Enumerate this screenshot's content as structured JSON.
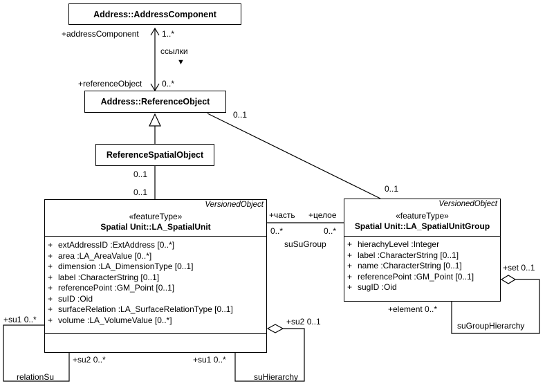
{
  "classes": {
    "address_component": {
      "name": "Address::AddressComponent"
    },
    "reference_object": {
      "name": "Address::ReferenceObject"
    },
    "reference_spatial_object": {
      "name": "ReferenceSpatialObject"
    },
    "spatial_unit": {
      "corner_stereotype": "VersionedObject",
      "stereotype": "«featureType»",
      "name": "Spatial Unit::LA_SpatialUnit",
      "attributes": [
        {
          "vis": "+",
          "text": "extAddressID  :ExtAddress [0..*]"
        },
        {
          "vis": "+",
          "text": "area  :LA_AreaValue [0..*]"
        },
        {
          "vis": "+",
          "text": "dimension  :LA_DimensionType [0..1]"
        },
        {
          "vis": "+",
          "text": "label  :CharacterString [0..1]"
        },
        {
          "vis": "+",
          "text": "referencePoint  :GM_Point [0..1]"
        },
        {
          "vis": "+",
          "text": "suID  :Oid"
        },
        {
          "vis": "+",
          "text": "surfaceRelation  :LA_SurfaceRelationType [0..1]"
        },
        {
          "vis": "+",
          "text": "volume  :LA_VolumeValue [0..*]"
        }
      ]
    },
    "spatial_unit_group": {
      "corner_stereotype": "VersionedObject",
      "stereotype": "«featureType»",
      "name": "Spatial Unit::LA_SpatialUnitGroup",
      "attributes": [
        {
          "vis": "+",
          "text": "hierachyLevel  :Integer"
        },
        {
          "vis": "+",
          "text": "label  :CharacterString [0..1]"
        },
        {
          "vis": "+",
          "text": "name  :CharacterString [0..1]"
        },
        {
          "vis": "+",
          "text": "referencePoint  :GM_Point [0..1]"
        },
        {
          "vis": "+",
          "text": "sugID  :Oid"
        }
      ]
    }
  },
  "labels": {
    "address_component_role": "+addressComponent",
    "address_component_mult": "1..*",
    "association_name": "ссылки",
    "reference_object_role": "+referenceObject",
    "reference_object_mult": "0..*",
    "ro_group_mult_top": "0..1",
    "rso_mult": "0..1",
    "su_mult_top": "0..1",
    "group_mult_top": "0..1",
    "part_role": "+часть",
    "whole_role": "+целое",
    "part_mult": "0..*",
    "whole_mult": "0..*",
    "su_su_group": "suSuGroup",
    "set_role": "+set 0..1",
    "element_role": "+element 0..*",
    "su_group_hierarchy": "suGroupHierarchy",
    "su1_left": "+su1 0..*",
    "su2_bottom": "+su2 0..*",
    "relation_su": "relationSu",
    "su1_bottom": "+su1 0..*",
    "su2_right": "+su2 0..1",
    "su_hierarchy": "suHierarchy"
  }
}
